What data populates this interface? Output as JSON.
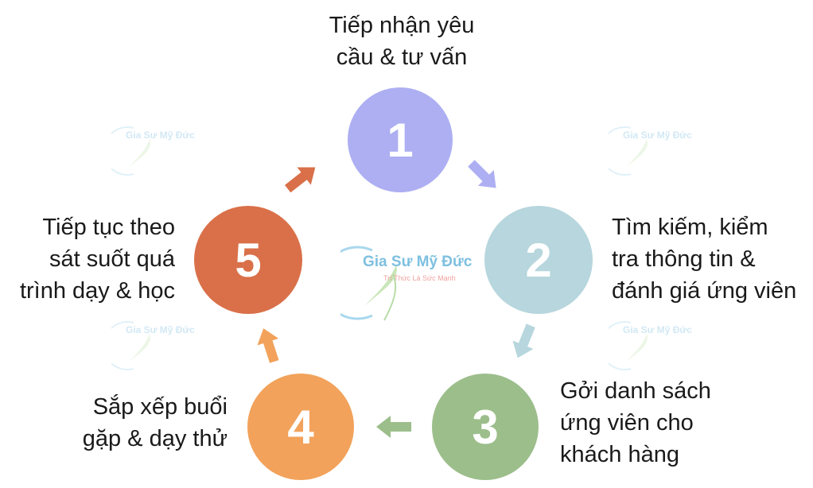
{
  "colors": {
    "step1": "#ADAFF2",
    "step2": "#B7D6DD",
    "step3": "#9CBE8B",
    "step4": "#F2A25B",
    "step5": "#D97049"
  },
  "watermark": {
    "brand": "Gia Sư Mỹ Đức",
    "slogan": "Trí Thức Là Sức Mạnh"
  },
  "steps": [
    {
      "number": "1",
      "lines": [
        "Tiếp nhận yêu",
        "cầu & tư vấn"
      ]
    },
    {
      "number": "2",
      "lines": [
        "Tìm kiếm, kiểm",
        "tra thông tin &",
        "đánh giá ứng viên"
      ]
    },
    {
      "number": "3",
      "lines": [
        "Gởi danh sách",
        "ứng viên cho",
        "khách hàng"
      ]
    },
    {
      "number": "4",
      "lines": [
        "Sắp xếp buổi",
        "gặp & dạy thử"
      ]
    },
    {
      "number": "5",
      "lines": [
        "Tiếp tục theo",
        "sát suốt quá",
        "trình dạy & học"
      ]
    }
  ]
}
